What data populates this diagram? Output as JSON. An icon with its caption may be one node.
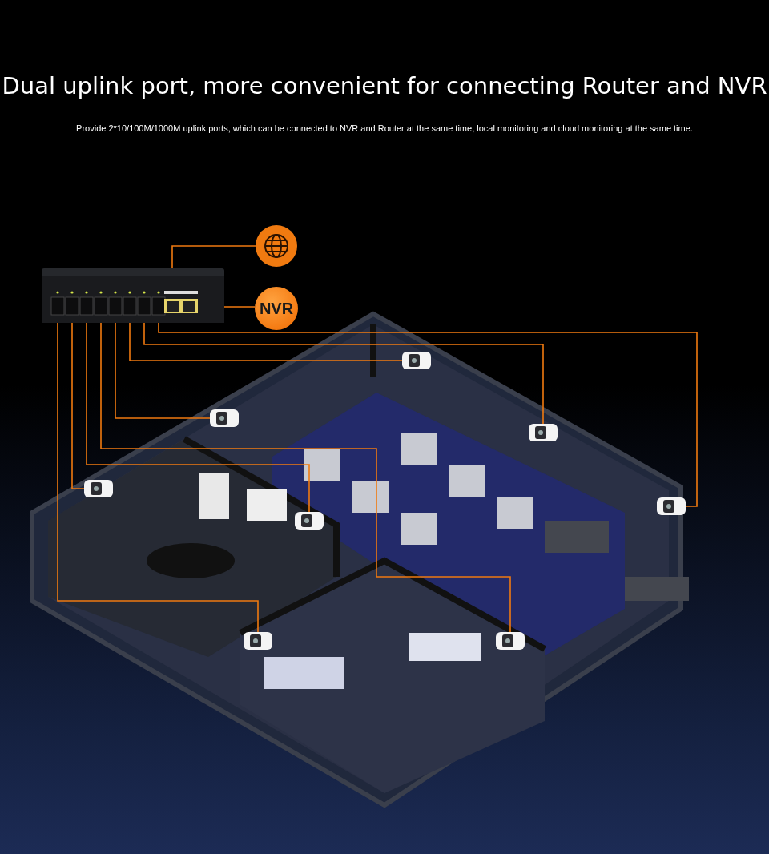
{
  "diagram": {
    "title": "Dual uplink port, more convenient for connecting Router and NVR",
    "caption": "Provide 2*10/100M/1000M uplink ports, which can be connected to NVR and Router at the same time, local monitoring and cloud monitoring at the same time.",
    "nodes": [
      {
        "text": [],
        "shape": "picture"
      },
      {
        "text": [],
        "shape": "circle"
      },
      {
        "text": [
          "NVR"
        ]
      },
      {
        "text": [],
        "shape": "picture"
      },
      {
        "text": [],
        "shape": "picture"
      },
      {
        "text": [],
        "shape": "picture"
      },
      {
        "text": [],
        "shape": "picture"
      },
      {
        "text": [],
        "shape": "picture"
      },
      {
        "text": [],
        "shape": "picture"
      },
      {
        "text": [],
        "shape": "picture"
      },
      {
        "text": [],
        "shape": "picture"
      }
    ],
    "edges": [
      {
        "from": 0,
        "to": 1,
        "arrow": "none"
      },
      {
        "from": 0,
        "to": 2,
        "arrow": "none"
      },
      {
        "from": 0,
        "to": 3,
        "arrow": "none"
      },
      {
        "from": 0,
        "to": 4,
        "arrow": "none"
      },
      {
        "from": 0,
        "to": 5,
        "arrow": "none"
      },
      {
        "from": 0,
        "to": 6,
        "arrow": "none"
      },
      {
        "from": 0,
        "to": 7,
        "arrow": "none"
      },
      {
        "from": 0,
        "to": 8,
        "arrow": "none"
      },
      {
        "from": 0,
        "to": 9,
        "arrow": "none"
      },
      {
        "from": 0,
        "to": 10,
        "arrow": "none"
      }
    ]
  }
}
